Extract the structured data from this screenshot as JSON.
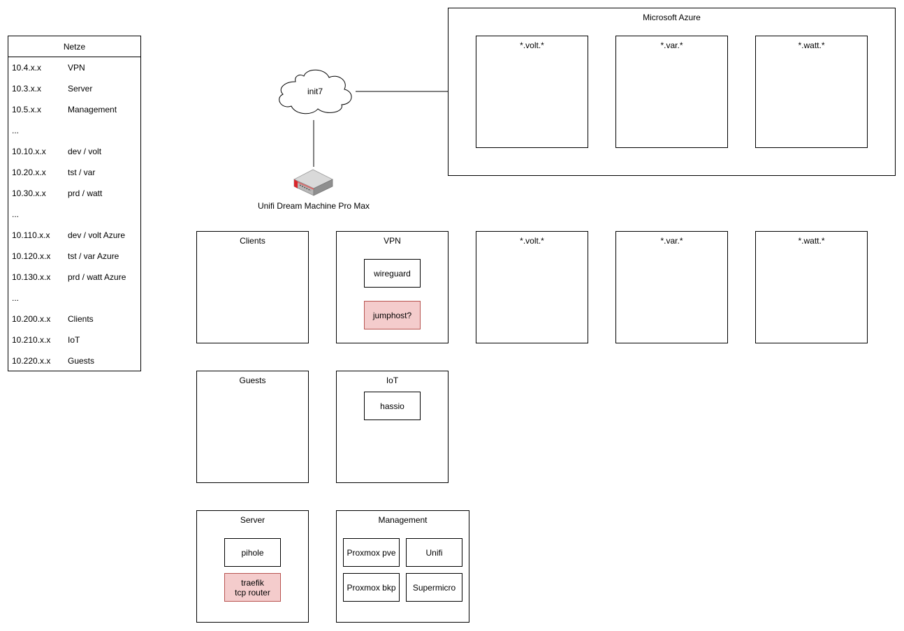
{
  "netze": {
    "title": "Netze",
    "rows": [
      {
        "net": "10.4.x.x",
        "desc": "VPN"
      },
      {
        "net": "10.3.x.x",
        "desc": "Server"
      },
      {
        "net": "10.5.x.x",
        "desc": "Management"
      },
      {
        "net": "...",
        "desc": ""
      },
      {
        "net": "10.10.x.x",
        "desc": "dev / volt"
      },
      {
        "net": "10.20.x.x",
        "desc": "tst / var"
      },
      {
        "net": "10.30.x.x",
        "desc": "prd / watt"
      },
      {
        "net": "...",
        "desc": ""
      },
      {
        "net": "10.110.x.x",
        "desc": "dev / volt Azure"
      },
      {
        "net": "10.120.x.x",
        "desc": "tst / var Azure"
      },
      {
        "net": "10.130.x.x",
        "desc": "prd / watt Azure"
      },
      {
        "net": "...",
        "desc": ""
      },
      {
        "net": "10.200.x.x",
        "desc": "Clients"
      },
      {
        "net": "10.210.x.x",
        "desc": "IoT"
      },
      {
        "net": "10.220.x.x",
        "desc": "Guests"
      }
    ]
  },
  "internet": {
    "label": "init7"
  },
  "router": {
    "label": "Unifi Dream Machine Pro Max"
  },
  "azure": {
    "title": "Microsoft Azure",
    "zones": [
      {
        "title": "*.volt.*"
      },
      {
        "title": "*.var.*"
      },
      {
        "title": "*.watt.*"
      }
    ]
  },
  "onprem_zones": [
    {
      "title": "*.volt.*"
    },
    {
      "title": "*.var.*"
    },
    {
      "title": "*.watt.*"
    }
  ],
  "clients": {
    "title": "Clients"
  },
  "vpn": {
    "title": "VPN",
    "wireguard": "wireguard",
    "jumphost": "jumphost?"
  },
  "guests": {
    "title": "Guests"
  },
  "iot": {
    "title": "IoT",
    "hassio": "hassio"
  },
  "server": {
    "title": "Server",
    "pihole": "pihole",
    "traefik": "traefik\ntcp router"
  },
  "management": {
    "title": "Management",
    "proxmox_pve": "Proxmox pve",
    "unifi": "Unifi",
    "proxmox_bkp": "Proxmox bkp",
    "supermicro": "Supermicro"
  },
  "colors": {
    "line": "#000000",
    "todo_fill": "#f4cccc",
    "todo_stroke": "#b85450"
  }
}
